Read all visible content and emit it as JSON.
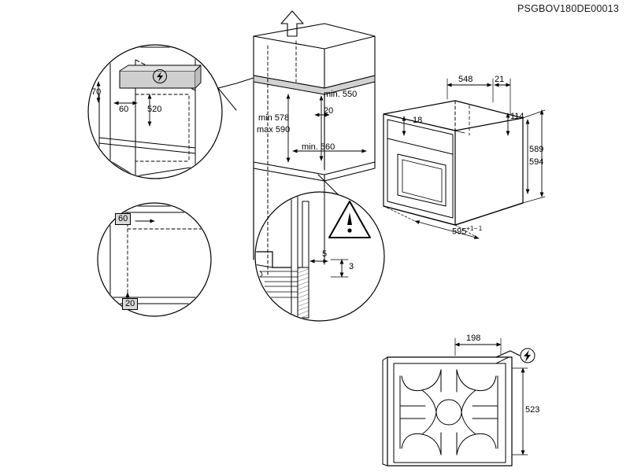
{
  "document": {
    "code": "PSGBOV180DE00013",
    "type": "technical-installation-drawing",
    "subject": "Built-in oven installation dimensions"
  },
  "diagram": {
    "title": "Built-in oven niche installation drawing",
    "views": [
      {
        "name": "detail-circle-top-left",
        "description": "Enlarged detail of rear niche area with power supply connection zone",
        "labels": [
          "70",
          "60",
          "520"
        ]
      },
      {
        "name": "detail-circle-bottom-left",
        "description": "Enlarged detail of niche front edge with worktop",
        "labels": [
          "60",
          "20"
        ]
      },
      {
        "name": "niche-isometric",
        "description": "Isometric view of kitchen cabinet niche with airflow arrow",
        "labels": [
          "min. 550",
          "20",
          "min 578",
          "max 590",
          "min. 560"
        ]
      },
      {
        "name": "oven-isometric",
        "description": "Isometric view of the oven appliance body",
        "labels": [
          "548",
          "21",
          "18",
          "114",
          "589",
          "594",
          "595"
        ]
      },
      {
        "name": "detail-circle-center",
        "description": "Enlarged section detail of panel edge with warning symbol",
        "labels": [
          "5",
          "3"
        ]
      },
      {
        "name": "bottom-plan-view",
        "description": "Plan view of oven base plate with power cable connection point",
        "labels": [
          "198",
          "523"
        ]
      }
    ]
  },
  "dimensions": {
    "d_70": "70",
    "d_60_top": "60",
    "d_520": "520",
    "d_60_boxed": "60",
    "d_20_boxed": "20",
    "d_min550": "min. 550",
    "d_20": "20",
    "d_min578": "min 578",
    "d_max590": "max 590",
    "d_min560": "min. 560",
    "d_548": "548",
    "d_21": "21",
    "d_18": "18",
    "d_114": "114",
    "d_589": "589",
    "d_594": "594",
    "d_595": "595",
    "d_595_tol": "+1− 1",
    "d_5": "5",
    "d_3": "3",
    "d_198": "198",
    "d_523": "523"
  },
  "symbols": {
    "warning": "!",
    "power": "⚡",
    "airflow_arrow": "up-arrow"
  },
  "colors": {
    "line": "#000000",
    "background": "#ffffff",
    "hatch_fill": "#cccccc",
    "box_fill": "#d9d9d9"
  }
}
